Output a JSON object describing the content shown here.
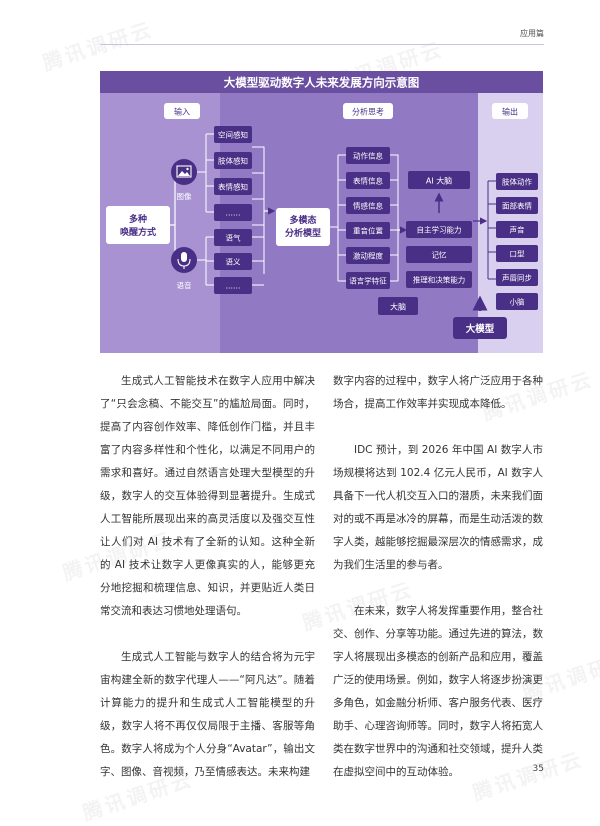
{
  "header": {
    "section_tag": "应用篇"
  },
  "watermark": "腾讯调研云",
  "diagram": {
    "title": "大模型驱动数字人未来发展方向示意图",
    "col_input": "输入",
    "col_analysis": "分析思考",
    "col_output": "输出",
    "wake_modes": "多种\n唤醒方式",
    "image_label": "图像",
    "voice_label": "语音",
    "image_percepts": [
      "空间感知",
      "肢体感知",
      "表情感知",
      "……"
    ],
    "voice_percepts": [
      "语气",
      "语义",
      "……"
    ],
    "multimodal_model": "多模态\n分析模型",
    "analysis_items": [
      "动作信息",
      "表情信息",
      "情感信息",
      "重音位置",
      "激动程度",
      "语言学特征"
    ],
    "ai_brain": "AI 大脑",
    "brain_core": [
      "自主学习能力",
      "记忆",
      "推理和决策能力"
    ],
    "brain_label": "大脑",
    "large_model": "大模型",
    "outputs": [
      "肢体动作",
      "面部表情",
      "声音",
      "口型",
      "声唇同步",
      "小脑"
    ]
  },
  "body": {
    "left_p1": "生成式人工智能技术在数字人应用中解决了“只会念稿、不能交互”的尴尬局面。同时，提高了内容创作效率、降低创作门槛，并且丰富了内容多样性和个性化，以满足不同用户的需求和喜好。通过自然语言处理大型模型的升级，数字人的交互体验得到显著提升。生成式人工智能所展现出来的高灵活度以及强交互性让人们对 AI 技术有了全新的认知。这种全新的 AI 技术让数字人更像真实的人，能够更充分地挖掘和梳理信息、知识，并更贴近人类日常交流和表达习惯地处理语句。",
    "left_p2": "生成式人工智能与数字人的结合将为元宇宙构建全新的数字代理人——“阿凡达”。随着计算能力的提升和生成式人工智能模型的升级，数字人将不再仅仅局限于主播、客服等角色。数字人将成为个人分身“Avatar”，输出文字、图像、音视频，乃至情感表达。未来构建",
    "right_p0": "数字内容的过程中，数字人将广泛应用于各种场合，提高工作效率并实现成本降低。",
    "right_p1": "IDC 预计，到 2026 年中国 AI 数字人市场规模将达到 102.4 亿元人民币，AI 数字人具备下一代人机交互入口的潜质，未来我们面对的或不再是冰冷的屏幕，而是生动活泼的数字人类，越能够挖掘最深层次的情感需求，成为我们生活里的参与者。",
    "right_p2": "在未来，数字人将发挥重要作用，整合社交、创作、分享等功能。通过先进的算法，数字人将展现出多模态的创新产品和应用，覆盖广泛的使用场景。例如，数字人将逐步扮演更多角色，如金融分析师、客户服务代表、医疗助手、心理咨询师等。同时，数字人将拓宽人类在数字世界中的沟通和社交领域，提升人类在虚拟空间中的互动体验。"
  },
  "page_number": "35",
  "colors": {
    "title_bar": "#6a4ea0",
    "panel_bg": "#9d87cb",
    "panel_output_bg": "#d9cfee",
    "box_dark": "#4a2f86",
    "text_white": "#ffffff"
  }
}
